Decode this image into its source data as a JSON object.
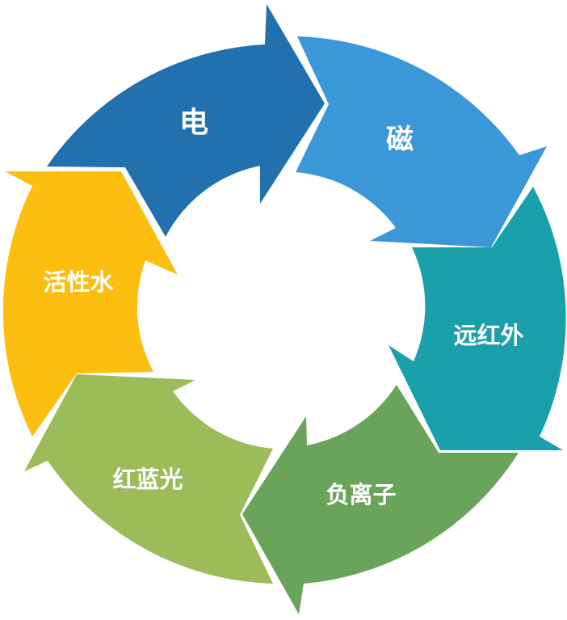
{
  "diagram": {
    "type": "cycle",
    "segments": [
      {
        "label": "电",
        "color": "#2271AE"
      },
      {
        "label": "磁",
        "color": "#3A97D8"
      },
      {
        "label": "远红外",
        "color": "#1AA0AA"
      },
      {
        "label": "负离子",
        "color": "#6AA35A"
      },
      {
        "label": "红蓝光",
        "color": "#9BBC58"
      },
      {
        "label": "活性水",
        "color": "#FDBF0F"
      }
    ]
  }
}
